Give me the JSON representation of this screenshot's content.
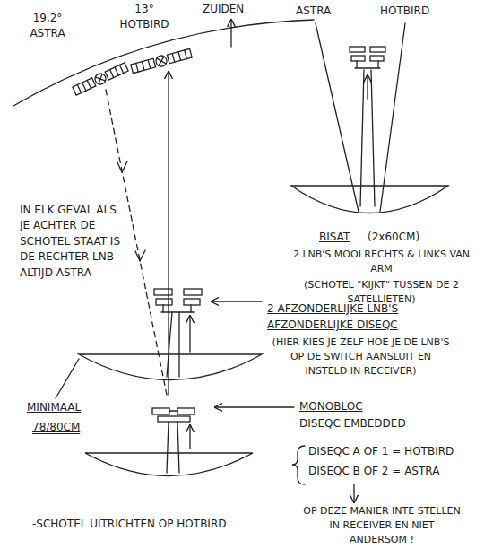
{
  "diagram": {
    "labels": [
      "19,2° ASTRA",
      "13° HOTBIRD",
      "ZUIDEN",
      "ASTRA",
      "HOTBIRD",
      "IN ELK GEVAL ALS JE ACHTER DE SCHOTEL STAAT IS DE RECHTER LNB ALTIJD ASTRA",
      "BISAT",
      "(2x60CM)",
      "2 LNB'S MOOI RECHTS & LINKS VAN ARM",
      "(SCHOTEL \"KIJKT\" TUSSEN DE 2 SATELLIETEN)",
      "2 AFZONDERLIJKE LNB'S",
      "AFZONDERLIJKE DISEQC",
      "(HIER KIES JE ZELF HOE JE DE LNB'S OP DE SWITCH AANSLUIT EN INSTELD IN RECEIVER)",
      "MINIMAAL",
      "78/80CM",
      "MONOBLOC",
      "DISEQC EMBEDDED",
      "DISEQC A OF 1 = HOTBIRD",
      "DISEQC B OF 2 = ASTRA",
      "OP DEZE MANIER INTE STELLEN IN RECEIVER EN NIET ANDERSOM !",
      "-SCHOTEL UITRICHTEN OP HOTBIRD"
    ]
  }
}
